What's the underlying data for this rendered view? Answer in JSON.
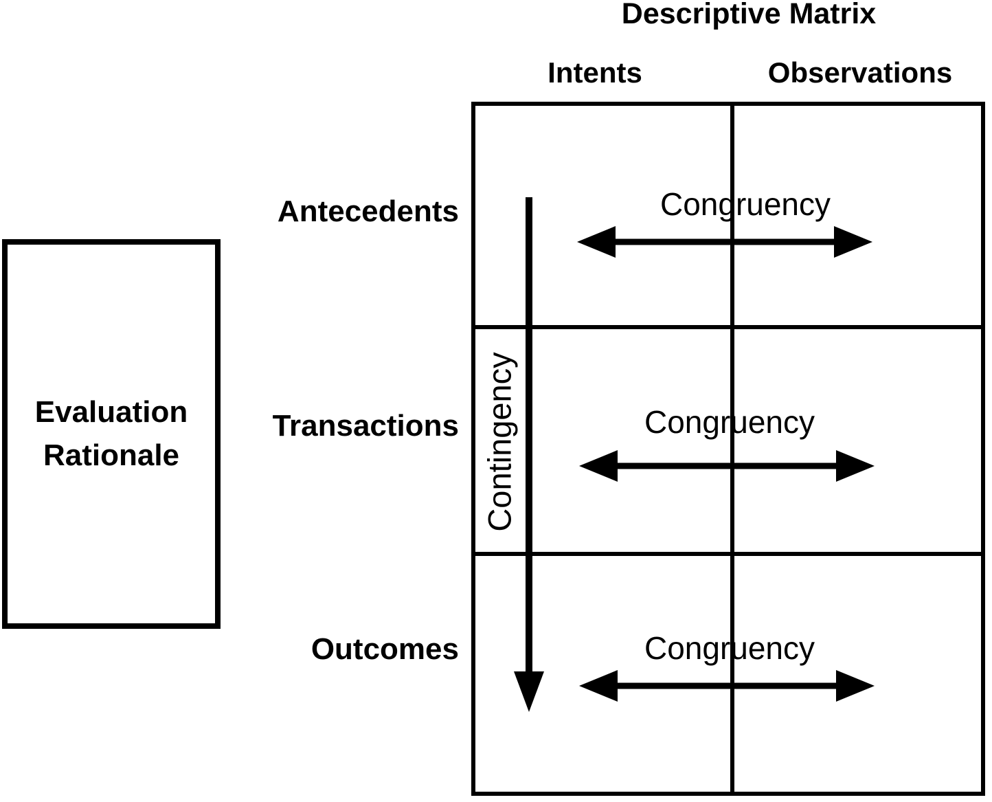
{
  "title": "Descriptive Matrix",
  "evaluation_box": {
    "line1": "Evaluation",
    "line2": "Rationale"
  },
  "matrix": {
    "column_headers": [
      "Intents",
      "Observations"
    ],
    "row_labels": [
      "Antecedents",
      "Transactions",
      "Outcomes"
    ],
    "congruency_labels": [
      "Congruency",
      "Congruency",
      "Congruency"
    ],
    "contingency_label": "Contingency"
  },
  "colors": {
    "ink": "#000000",
    "background": "#ffffff"
  }
}
